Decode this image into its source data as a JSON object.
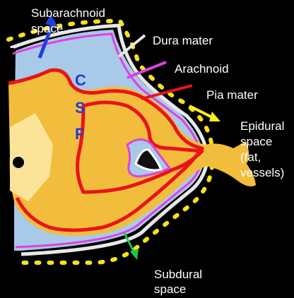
{
  "labels": {
    "subarachnoid": [
      "Subarachnoid",
      "space"
    ],
    "dura": "Dura mater",
    "arachnoid": "Arachnoid",
    "pia": "Pia mater",
    "epidural": [
      "Epidural",
      "space",
      "(fat,",
      "vessels)"
    ],
    "subdural": [
      "Subdural",
      "space"
    ],
    "csf": [
      "C",
      "S",
      "F"
    ]
  },
  "colors": {
    "background": "#000000",
    "csf_fill": "#a9c9e8",
    "tissue_fill": "#f2bd3c",
    "tissue_light": "#fbe39a",
    "pia_line": "#e8141a",
    "arachnoid_line": "#e040e0",
    "dura_line": "#e8e8e8",
    "epidural_dots": "#f7e11a",
    "subarachnoid_arrow": "#1f3fd6",
    "epidural_arrow": "#f7f21a",
    "subdural_arrow": "#1fc94a",
    "csf_text": "#1f3fd6"
  }
}
